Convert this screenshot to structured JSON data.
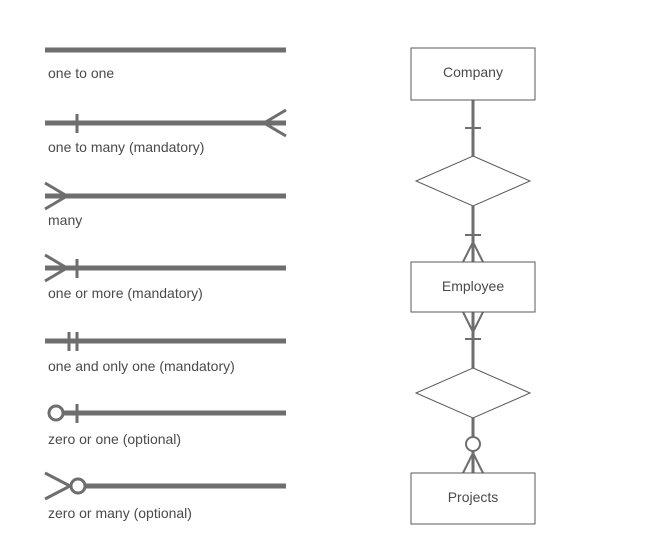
{
  "legend": {
    "items": [
      {
        "label": "one to one",
        "notation": "one-to-one"
      },
      {
        "label": "one to many (mandatory)",
        "notation": "one-to-many-mandatory"
      },
      {
        "label": "many",
        "notation": "many"
      },
      {
        "label": "one or more (mandatory)",
        "notation": "one-or-more-mandatory"
      },
      {
        "label": "one and only one (mandatory)",
        "notation": "one-and-only-one-mandatory"
      },
      {
        "label": "zero or one (optional)",
        "notation": "zero-or-one-optional"
      },
      {
        "label": "zero or many (optional)",
        "notation": "zero-or-many-optional"
      }
    ]
  },
  "entities": [
    {
      "name": "Company"
    },
    {
      "name": "Employee"
    },
    {
      "name": "Projects"
    }
  ],
  "colors": {
    "line": "#6e6e6e",
    "text": "#4a4a4a",
    "box_border": "#5a5a5a"
  }
}
